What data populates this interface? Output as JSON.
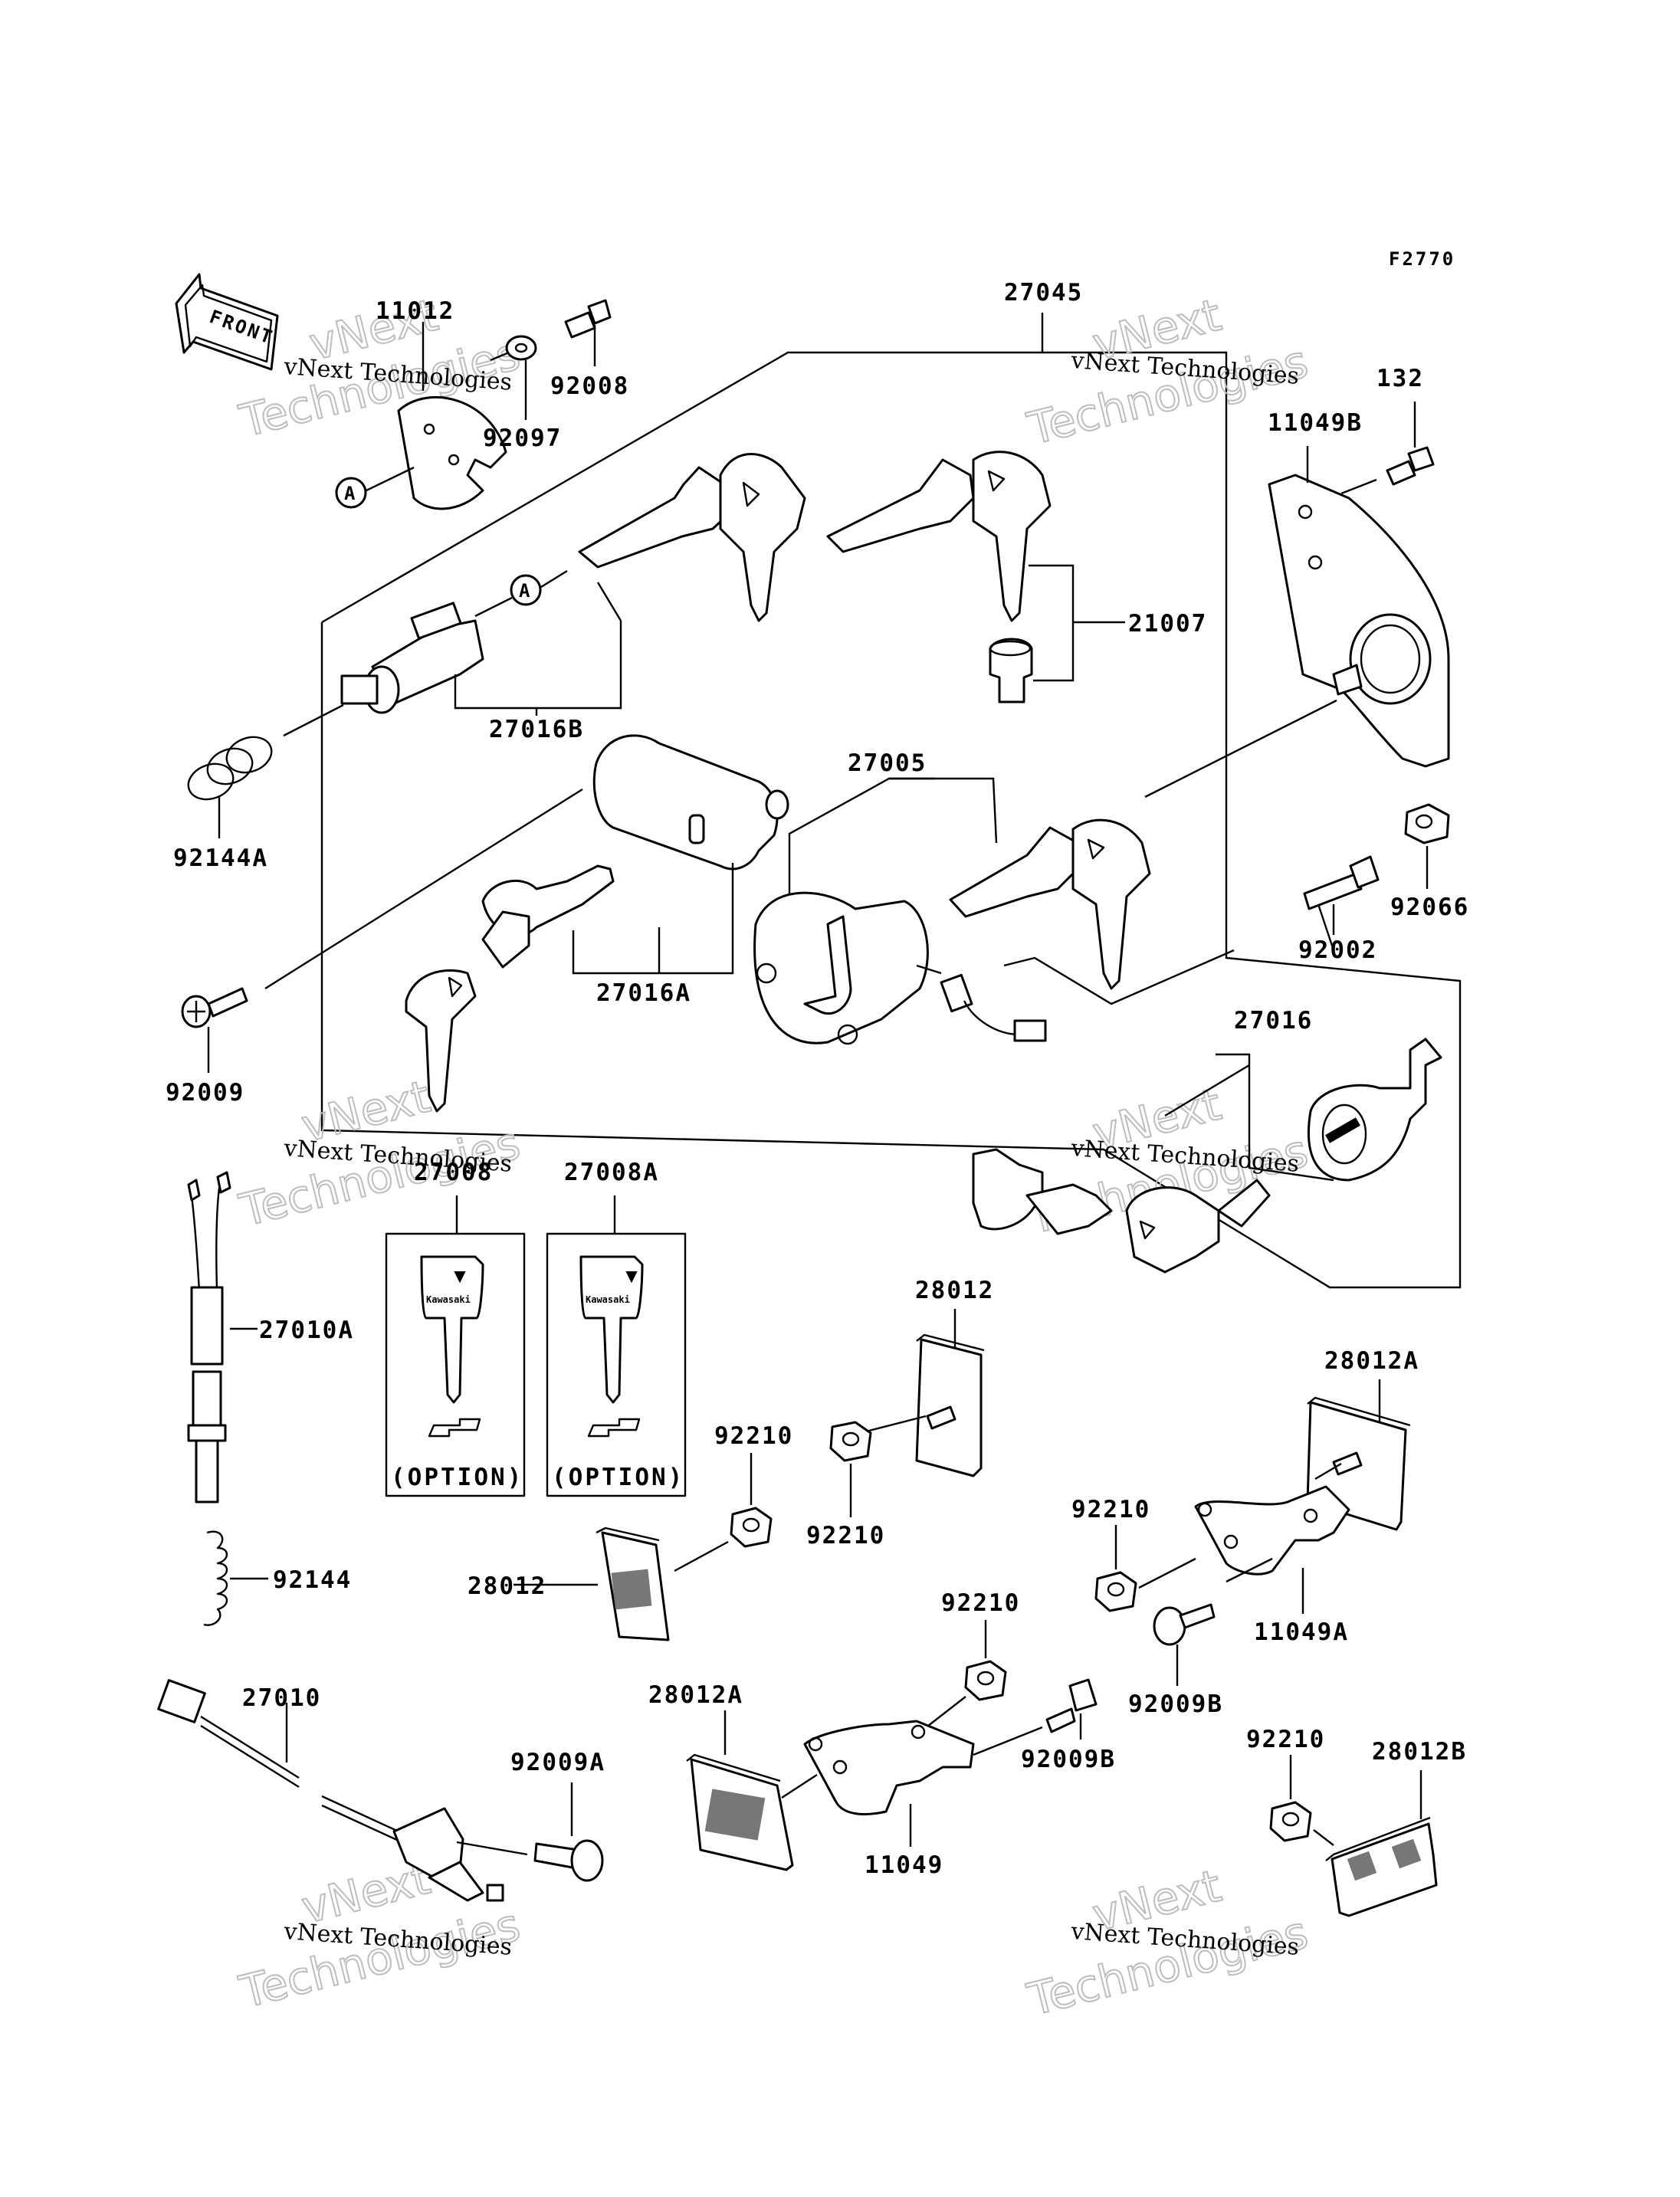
{
  "figure_code": "F2770",
  "front_label": "FRONT",
  "callout_letter": "A",
  "option_label": "(OPTION)",
  "watermark": {
    "line1": "vNext Technologies",
    "line2": "Technologies",
    "line3": "vNext"
  },
  "parts": {
    "p11012": "11012",
    "p92008": "92008",
    "p92097": "92097",
    "p27045": "27045",
    "p132": "132",
    "p11049B": "11049B",
    "p21007": "21007",
    "p27016B": "27016B",
    "p92144A": "92144A",
    "p27005": "27005",
    "p92066": "92066",
    "p92002": "92002",
    "p27016A": "27016A",
    "p92009": "92009",
    "p27016": "27016",
    "p27008": "27008",
    "p27008A": "27008A",
    "p27010A": "27010A",
    "p28012_top": "28012",
    "p28012A_right": "28012A",
    "p92210_a": "92210",
    "p92210_b": "92210",
    "p92210_c": "92210",
    "p92210_d": "92210",
    "p92210_e": "92210",
    "p28012_left": "28012",
    "p11049A": "11049A",
    "p92009B_a": "92009B",
    "p92144": "92144",
    "p27010": "27010",
    "p28012A_bottom": "28012A",
    "p92009B_b": "92009B",
    "p28012B": "28012B",
    "p92009A": "92009A",
    "p11049": "11049"
  }
}
